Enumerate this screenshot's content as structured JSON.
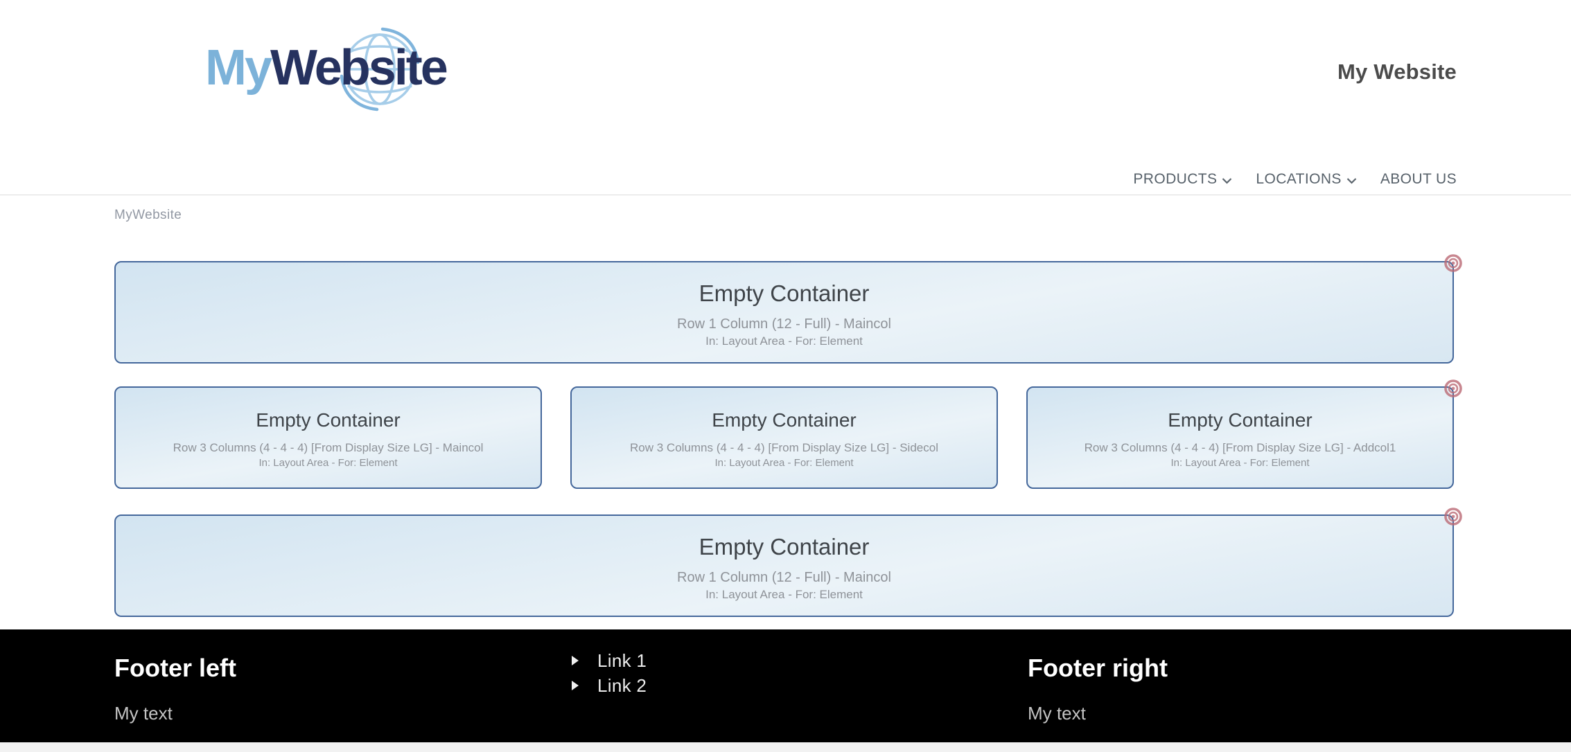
{
  "header": {
    "logo": {
      "text_blue": "My",
      "text_navy": "Website"
    },
    "site_title": "My Website",
    "nav_items": [
      {
        "label": "PRODUCTS",
        "dropdown": true
      },
      {
        "label": "LOCATIONS",
        "dropdown": true
      },
      {
        "label": "ABOUT US",
        "dropdown": false
      }
    ]
  },
  "breadcrumb": {
    "label": "MyWebsite"
  },
  "content": {
    "rows": [
      {
        "columns": [
          {
            "title": "Empty Container",
            "subtitle": "Row 1 Column (12 - Full) - Maincol",
            "context": "In: Layout Area - For: Element"
          }
        ]
      },
      {
        "columns": [
          {
            "title": "Empty Container",
            "subtitle": "Row 3 Columns (4 - 4 - 4) [From Display Size LG] - Maincol",
            "context": "In: Layout Area - For: Element"
          },
          {
            "title": "Empty Container",
            "subtitle": "Row 3 Columns (4 - 4 - 4) [From Display Size LG] - Sidecol",
            "context": "In: Layout Area - For: Element"
          },
          {
            "title": "Empty Container",
            "subtitle": "Row 3 Columns (4 - 4 - 4) [From Display Size LG] - Addcol1",
            "context": "In: Layout Area - For: Element"
          }
        ]
      },
      {
        "columns": [
          {
            "title": "Empty Container",
            "subtitle": "Row 1 Column (12 - Full) - Maincol",
            "context": "In: Layout Area - For: Element"
          }
        ]
      }
    ]
  },
  "footer": {
    "left": {
      "heading": "Footer left",
      "text": "My text"
    },
    "links": [
      {
        "label": "Link 1"
      },
      {
        "label": "Link 2"
      }
    ],
    "right": {
      "heading": "Footer right",
      "text": "My text"
    }
  },
  "colors": {
    "brand_blue": "#7cb2d9",
    "brand_navy": "#26325f",
    "nav_text": "#57616a",
    "container_border": "#44679b",
    "grad_a": "#d2e4f1",
    "grad_b": "#ebf3f8",
    "grad_c": "#d8e7f2",
    "target": "#bb6a75",
    "footer_bg": "#000000"
  }
}
